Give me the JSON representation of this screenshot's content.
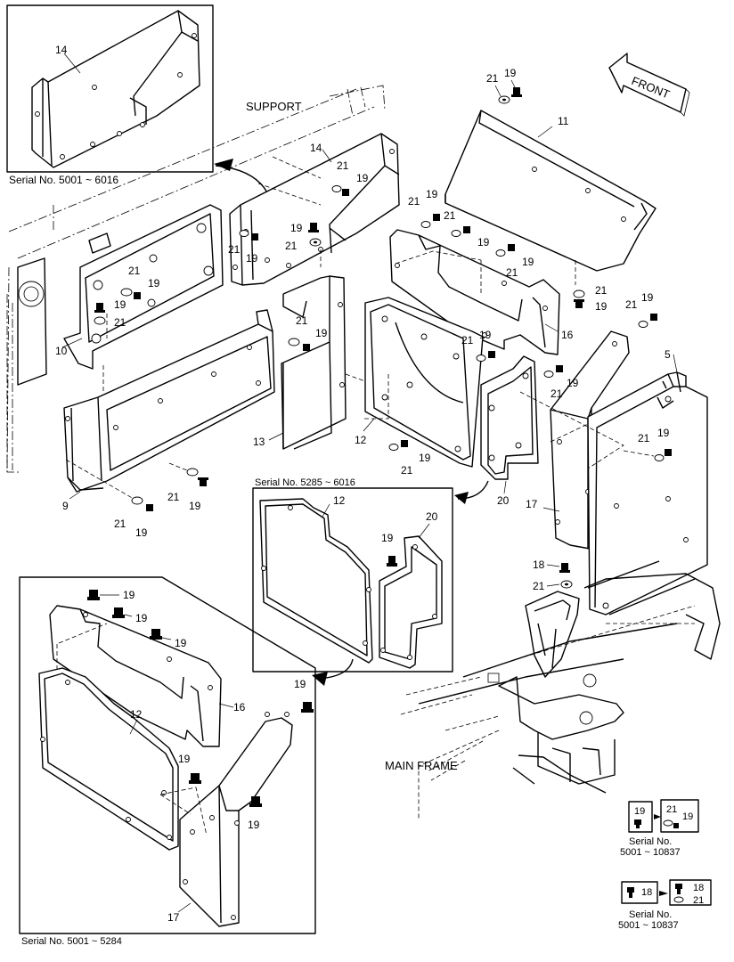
{
  "labels": {
    "support": "SUPPORT",
    "front": "FRONT",
    "main_frame": "MAIN FRAME"
  },
  "insets": {
    "top_left": "Serial No. 5001 ~ 6016",
    "middle": "Serial No. 5285 ~ 6016",
    "bottom_left": "Serial No. 5001 ~ 5284"
  },
  "notes": {
    "n1_line1": "Serial No.",
    "n1_line2": "5001 ~ 10837",
    "n2_line1": "Serial No.",
    "n2_line2": "5001 ~ 10837"
  },
  "parts": {
    "p5": "5",
    "p9": "9",
    "p10": "10",
    "p11": "11",
    "p12": "12",
    "p13": "13",
    "p14": "14",
    "p16": "16",
    "p17": "17",
    "p18": "18",
    "p19": "19",
    "p20": "20",
    "p21": "21"
  }
}
